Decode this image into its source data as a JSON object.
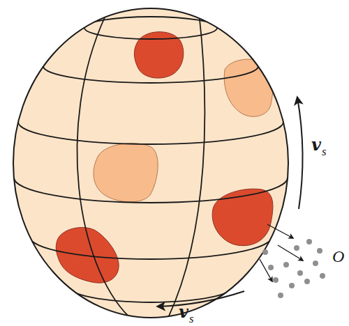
{
  "diagram": {
    "labels": [
      "v",
      "s",
      "v",
      "s",
      "O"
    ]
  }
}
